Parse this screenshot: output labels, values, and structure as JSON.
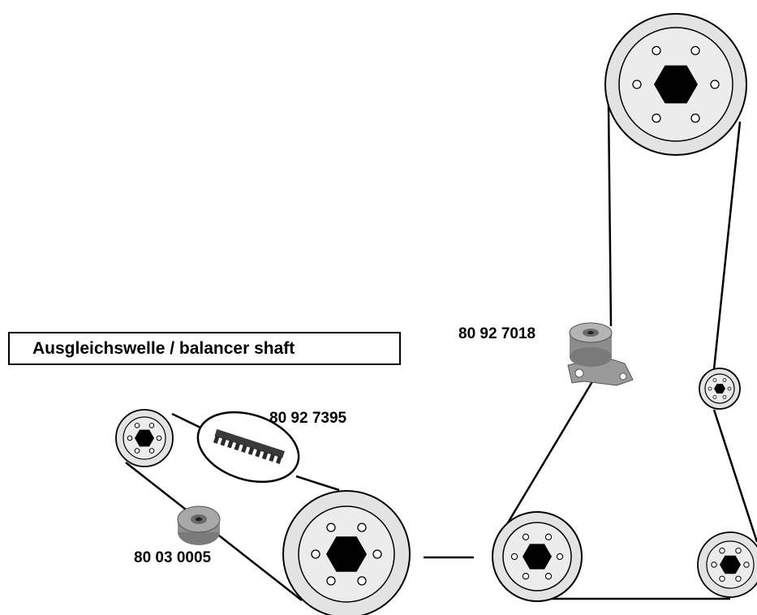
{
  "title": "Ausgleichswelle / balancer shaft",
  "parts": [
    {
      "part_no": "80 92 7395",
      "kind": "balancer-belt"
    },
    {
      "part_no": "80 03 0005",
      "kind": "idler-pulley"
    },
    {
      "part_no": "80 92 7018",
      "kind": "tensioner-pulley"
    }
  ],
  "colors": {
    "line": "#000000",
    "pulley_face": "#e0e0e0",
    "pulley_inner": "#ededed",
    "hub": "#000000",
    "part_body": "#8f8f8f"
  }
}
